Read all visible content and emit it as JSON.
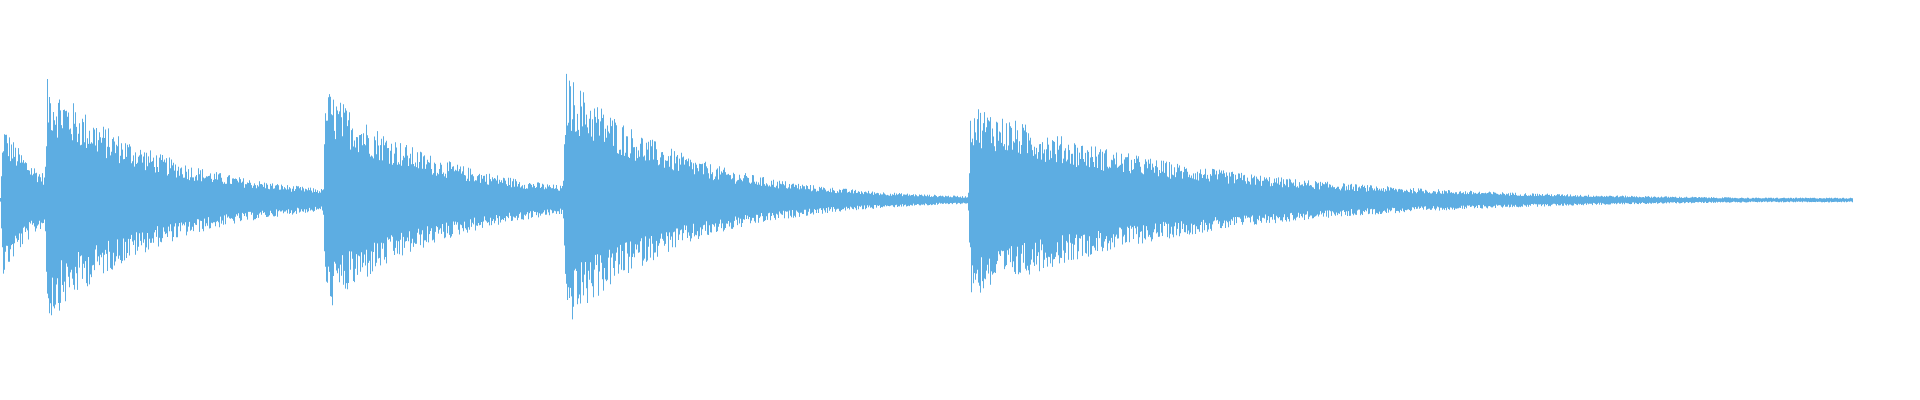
{
  "waveform": {
    "color": "#5dade2",
    "background": "#ffffff",
    "amplitude_range": [
      -1,
      1
    ],
    "duration_fraction_shown": 0.965,
    "onsets": [
      {
        "time": 0.0,
        "peak": 0.42,
        "decay_time": 0.02
      },
      {
        "time": 0.023,
        "peak": 0.63,
        "decay_time": 0.06
      },
      {
        "time": 0.168,
        "peak": 0.58,
        "decay_time": 0.06
      },
      {
        "time": 0.293,
        "peak": 0.66,
        "decay_time": 0.06
      },
      {
        "time": 0.504,
        "peak": 0.5,
        "decay_time": 0.11
      }
    ],
    "noise_floor": 0.012
  }
}
